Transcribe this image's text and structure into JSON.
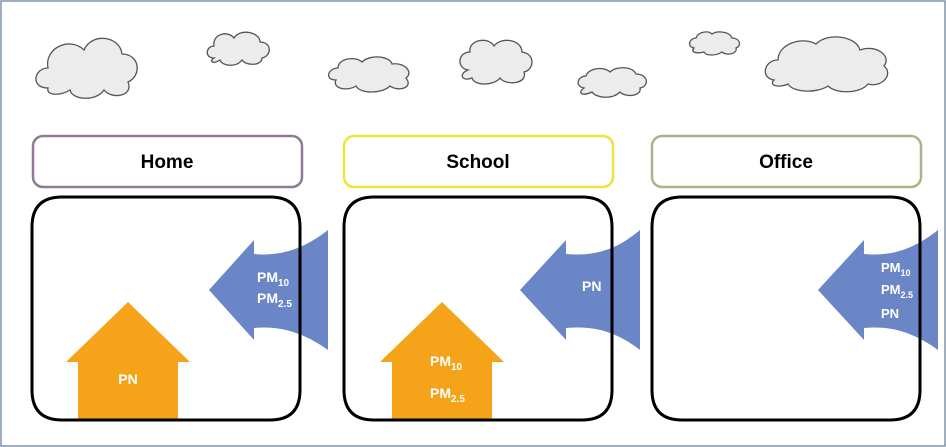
{
  "colors": {
    "frame": "#7f93a8",
    "home_border": "#8e7a95",
    "school_border": "#ece43a",
    "office_border": "#a9b48a",
    "indoor_arrow": "#f5a319",
    "outdoor_arrow": "#6b86c6"
  },
  "locations": [
    {
      "name": "Home",
      "indoor_source": {
        "lines": [
          {
            "base": "PN",
            "sub": ""
          }
        ]
      },
      "outdoor_infiltration": {
        "lines": [
          {
            "base": "PM",
            "sub": "10"
          },
          {
            "base": "PM",
            "sub": "2.5"
          }
        ]
      }
    },
    {
      "name": "School",
      "indoor_source": {
        "lines": [
          {
            "base": "PM",
            "sub": "10"
          },
          {
            "base": "PM",
            "sub": "2.5"
          }
        ]
      },
      "outdoor_infiltration": {
        "lines": [
          {
            "base": "PN",
            "sub": ""
          }
        ]
      }
    },
    {
      "name": "Office",
      "indoor_source": null,
      "outdoor_infiltration": {
        "lines": [
          {
            "base": "PM",
            "sub": "10"
          },
          {
            "base": "PM",
            "sub": "2.5"
          },
          {
            "base": "PN",
            "sub": ""
          }
        ]
      }
    }
  ],
  "icons": [
    "cloud-icon",
    "cloud-icon",
    "cloud-icon",
    "cloud-icon",
    "cloud-icon",
    "cloud-icon",
    "cloud-icon"
  ]
}
